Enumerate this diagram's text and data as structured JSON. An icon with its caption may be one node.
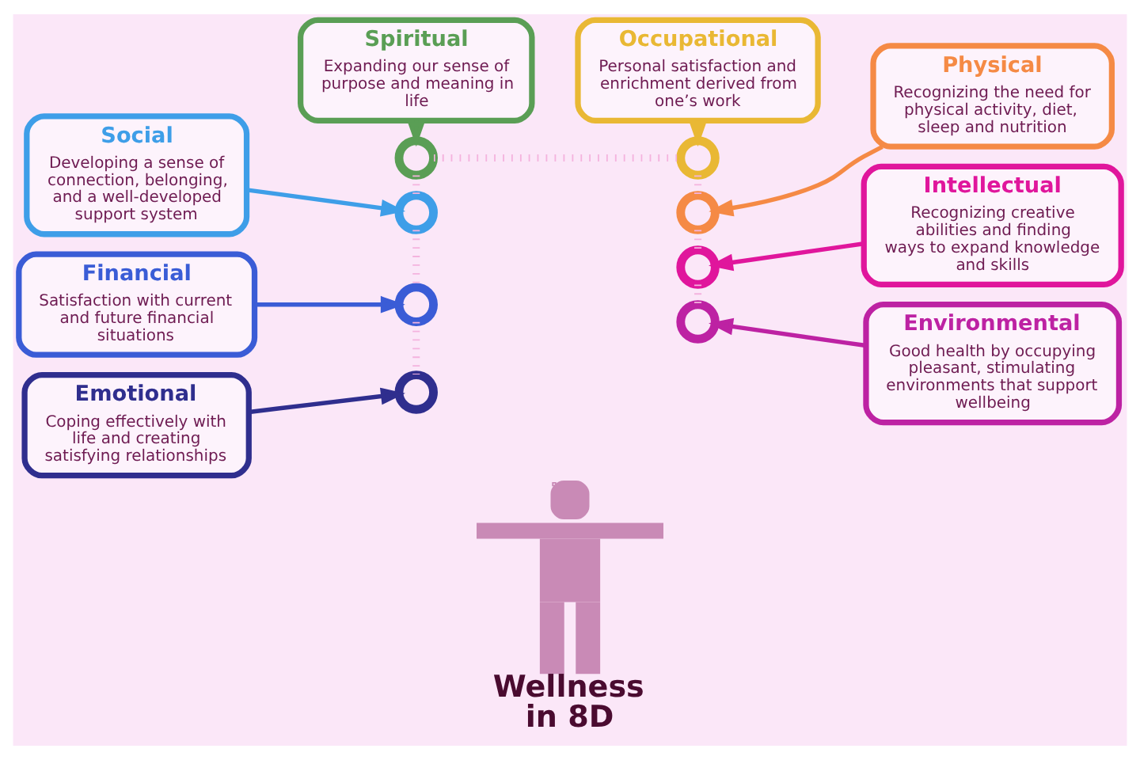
{
  "diagram": {
    "title": "Wellness in 8D",
    "nodes": [
      {
        "text": [
          "Spiritual",
          "Expanding our sense of purpose and meaning in life"
        ]
      },
      {
        "text": [
          "Occupational",
          "Personal satisfaction and enrichment derived from one’s work"
        ]
      },
      {
        "text": [
          "Social",
          "Developing a sense of connection, belonging, and a well-developed support system"
        ]
      },
      {
        "text": [
          "Physical",
          "Recognizing the need for physical activity, diet, sleep and nutrition"
        ]
      },
      {
        "text": [],
        "shape": "circle"
      },
      {
        "text": [],
        "shape": "circle"
      },
      {
        "text": [],
        "shape": "circle"
      },
      {
        "text": [],
        "shape": "circle"
      },
      {
        "text": [
          "Financial",
          "Satisfaction with current and future financial situations"
        ]
      },
      {
        "text": [],
        "shape": "circle"
      },
      {
        "text": [],
        "shape": "circle"
      },
      {
        "text": [
          "Intellectual",
          "Recognizing creative abilities and finding ways to expand knowledge and skills"
        ]
      },
      {
        "text": [],
        "shape": "circle"
      },
      {
        "text": [],
        "shape": "circle"
      },
      {
        "text": [
          "Emotional",
          "Coping effectively with life and creating satisfying relationships"
        ]
      },
      {
        "text": [
          "Environmental",
          "Good health by occupying pleasant, stimulating environments that support wellbeing"
        ]
      }
    ],
    "edges": [
      {
        "from": 0,
        "to": 4,
        "arrow": "to",
        "color": "#5a9e55"
      },
      {
        "from": 1,
        "to": 5,
        "arrow": "to",
        "color": "#e9b834"
      },
      {
        "from": 2,
        "to": 6,
        "arrow": "to",
        "color": "#3e9ee8"
      },
      {
        "from": 3,
        "to": 7,
        "arrow": "to",
        "color": "#f58a45"
      },
      {
        "from": 8,
        "to": 9,
        "arrow": "to",
        "color": "#3a5cd6"
      },
      {
        "from": 11,
        "to": 10,
        "arrow": "to",
        "color": "#e0169c"
      },
      {
        "from": 14,
        "to": 12,
        "arrow": "to",
        "color": "#2f2e8e"
      },
      {
        "from": 15,
        "to": 13,
        "arrow": "to",
        "color": "#bd22a3"
      },
      {
        "from": 4,
        "to": 5,
        "arrow": "none",
        "style": "dashed",
        "color": "#f4b3de"
      },
      {
        "from": 4,
        "to": 6,
        "arrow": "none",
        "style": "dashed",
        "color": "#f4b3de"
      },
      {
        "from": 6,
        "to": 9,
        "arrow": "none",
        "style": "dashed",
        "color": "#f4b3de"
      },
      {
        "from": 9,
        "to": 12,
        "arrow": "none",
        "style": "dashed",
        "color": "#f4b3de"
      },
      {
        "from": 5,
        "to": 7,
        "arrow": "none",
        "style": "dashed",
        "color": "#f4b3de"
      },
      {
        "from": 7,
        "to": 10,
        "arrow": "none",
        "style": "dashed",
        "color": "#f4b3de"
      },
      {
        "from": 10,
        "to": 13,
        "arrow": "none",
        "style": "dashed",
        "color": "#f4b3de"
      }
    ]
  }
}
